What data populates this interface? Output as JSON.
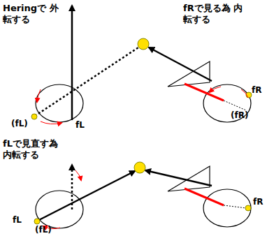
{
  "diagram": {
    "labels": [
      "Heringで 外転する",
      "fRで見る為 内転する",
      "(fL)",
      "fL",
      "fR",
      "(fR)",
      "fLで見直す為 内転する",
      "fL",
      "(fL)",
      "fR"
    ]
  }
}
